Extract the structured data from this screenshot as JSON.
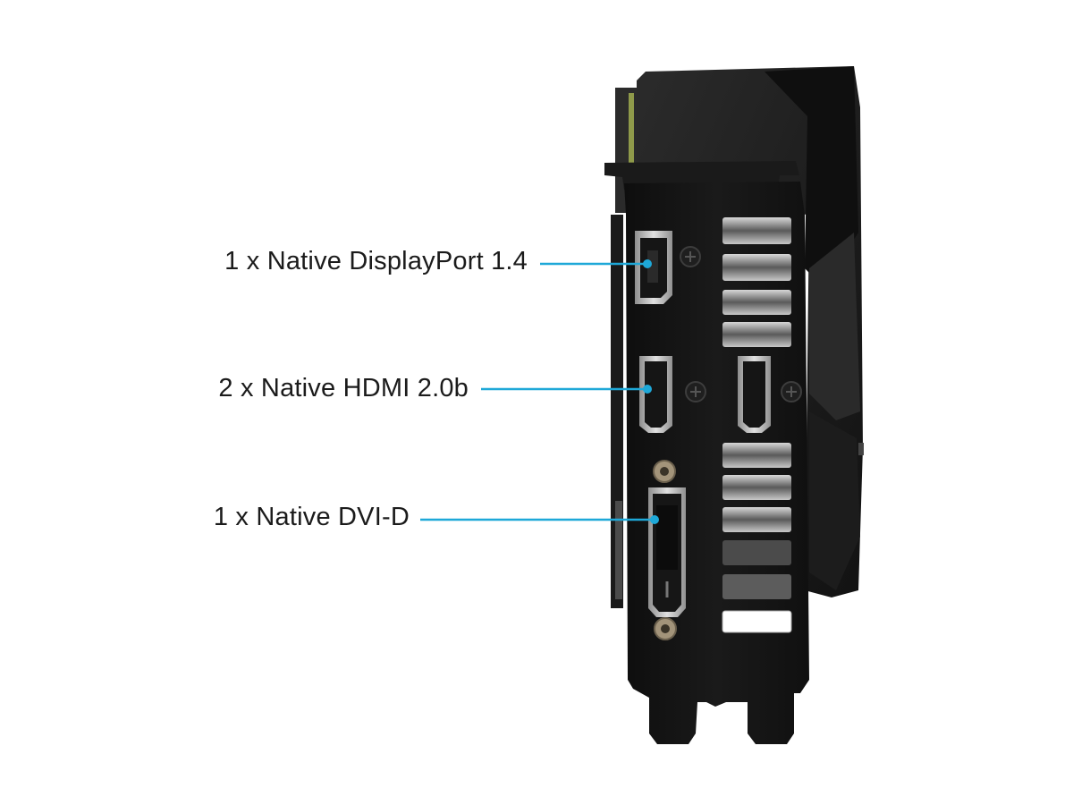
{
  "callouts": [
    {
      "id": "displayport",
      "text": "1 x Native DisplayPort 1.4"
    },
    {
      "id": "hdmi",
      "text": "2 x Native HDMI 2.0b"
    },
    {
      "id": "dvi",
      "text": "1 x Native DVI-D"
    }
  ],
  "colors": {
    "background": "#ffffff",
    "bracket": "#141414",
    "shroud": "#202020",
    "leader_line": "#1ea8d8",
    "label_text": "#1b1b1b",
    "port_metal": "#b9b9b9",
    "screw_brass": "#a3947a"
  },
  "icons": [
    "displayport-port-icon",
    "hdmi-port-icon",
    "dvi-port-icon",
    "screw-icon"
  ]
}
